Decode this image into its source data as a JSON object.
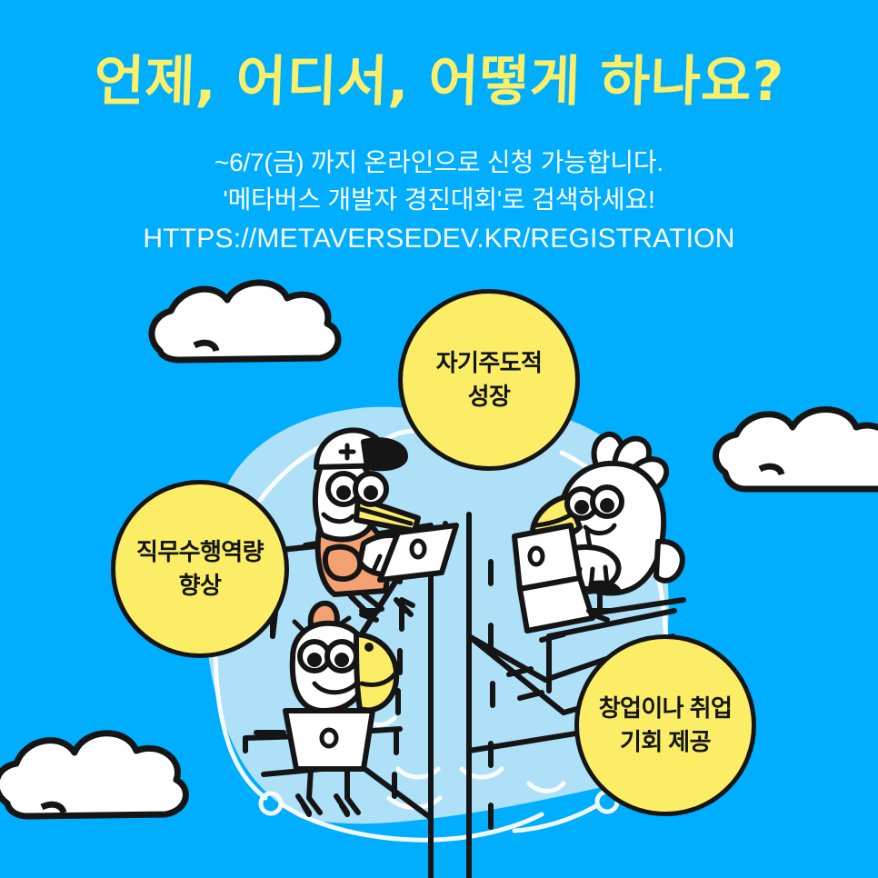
{
  "poster": {
    "background_color": "#00aeff",
    "accent_yellow": "#fbee66",
    "blob_color": "#aee0f7",
    "ink_color": "#151515",
    "text_white": "#ffffff",
    "orange_color": "#f3a072"
  },
  "headline": {
    "title": "언제, 어디서, 어떻게 하나요?"
  },
  "subcopy": {
    "line1": "~6/7(금) 까지 온라인으로 신청 가능합니다.",
    "line2": "'메타버스 개발자 경진대회'로 검색하세요!",
    "line3": "HTTPS://METAVERSEDEV.KR/REGISTRATION"
  },
  "bubbles": [
    {
      "id": "top",
      "line1": "자기주도적",
      "line2": "성장"
    },
    {
      "id": "left",
      "line1": "직무수행역량",
      "line2": "향상"
    },
    {
      "id": "right",
      "line1": "창업이나 취업",
      "line2": "기회 제공"
    }
  ],
  "illustration": {
    "scene_name": "tree-with-birds-on-laptops",
    "clouds": 3,
    "birds": [
      {
        "name": "bird-with-cap",
        "accessory": "baseball-cap",
        "shirt_color": "#f3a072",
        "has_laptop": true
      },
      {
        "name": "bird-with-crest",
        "accessory": "feather-crest",
        "beak_color": "#fbee66",
        "has_laptop": true
      },
      {
        "name": "bird-with-tuft",
        "accessory": "orange-tuft",
        "beak_color": "#fbee66",
        "has_laptop": true
      }
    ]
  }
}
